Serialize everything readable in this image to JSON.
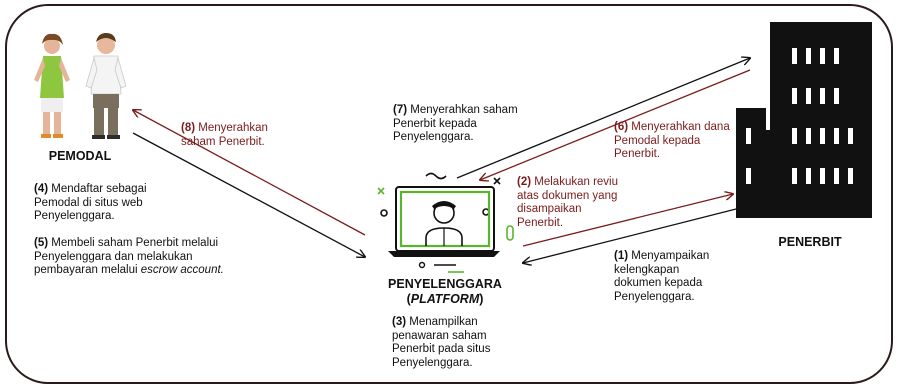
{
  "actors": {
    "pemodal": "PEMODAL",
    "penerbit": "PENERBIT",
    "penyelenggara": "PENYELENGGARA",
    "platform": "PLATFORM"
  },
  "steps": {
    "s1": {
      "num": "(1)",
      "line1": "Menyampaikan",
      "line2": "kelengkapan",
      "line3": "dokumen kepada",
      "line4": "Penyelenggara."
    },
    "s2": {
      "num": "(2)",
      "line1": "Melakukan reviu",
      "line2": "atas dokumen yang",
      "line3": "disampaikan",
      "line4": "Penerbit."
    },
    "s3": {
      "num": "(3)",
      "line1": "Menampilkan",
      "line2": "penawaran saham",
      "line3": "Penerbit pada situs",
      "line4": "Penyelenggara."
    },
    "s4": {
      "num": "(4)",
      "line1": "Mendaftar sebagai",
      "line2": "Pemodal di situs web",
      "line3": "Penyelenggara."
    },
    "s5": {
      "num": "(5)",
      "line1": "Membeli saham Penerbit melalui",
      "line2": "Penyelenggara dan melakukan",
      "line3": "pembayaran melalui",
      "line3_italic": "escrow account."
    },
    "s6": {
      "num": "(6)",
      "line1": "Menyerahkan dana",
      "line2": "Pemodal kepada",
      "line3": "Penerbit."
    },
    "s7": {
      "num": "(7)",
      "line1": "Menyerahkan saham",
      "line2": "Penerbit kepada",
      "line3": "Penyelenggara."
    },
    "s8": {
      "num": "(8)",
      "line1": "Menyerahkan",
      "line2": "saham Penerbit."
    }
  },
  "colors": {
    "accent_red": "#7a1b1b",
    "screen_green": "#5ab52d",
    "frame": "#2b1a1a"
  }
}
